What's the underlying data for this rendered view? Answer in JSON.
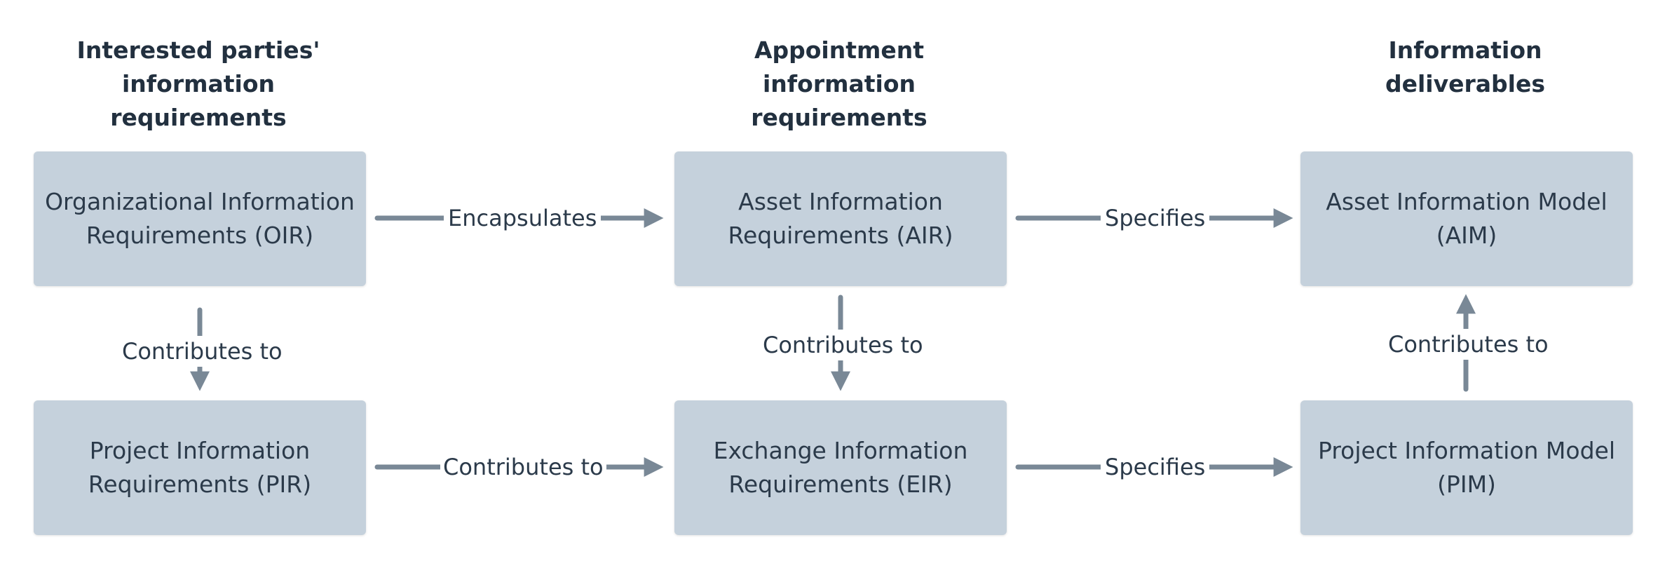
{
  "headings": {
    "left": "Interested parties'\ninformation requirements",
    "middle": "Appointment information\nrequirements",
    "right": "Information\ndeliverables"
  },
  "boxes": {
    "oir": "Organizational Information\nRequirements (OIR)",
    "air": "Asset Information\nRequirements (AIR)",
    "aim": "Asset Information Model\n(AIM)",
    "pir": "Project Information\nRequirements (PIR)",
    "eir": "Exchange Information\nRequirements (EIR)",
    "pim": "Project Information Model\n(PIM)"
  },
  "connectors": {
    "oir_to_air": "Encapsulates",
    "air_to_aim": "Specifies",
    "oir_to_pir": "Contributes to",
    "air_to_eir": "Contributes to",
    "pim_to_aim": "Contributes to",
    "pir_to_eir": "Contributes to",
    "eir_to_pim": "Specifies"
  },
  "colors": {
    "box_fill": "#c5d1dc",
    "arrow": "#798896",
    "text": "#2b3a4a"
  }
}
